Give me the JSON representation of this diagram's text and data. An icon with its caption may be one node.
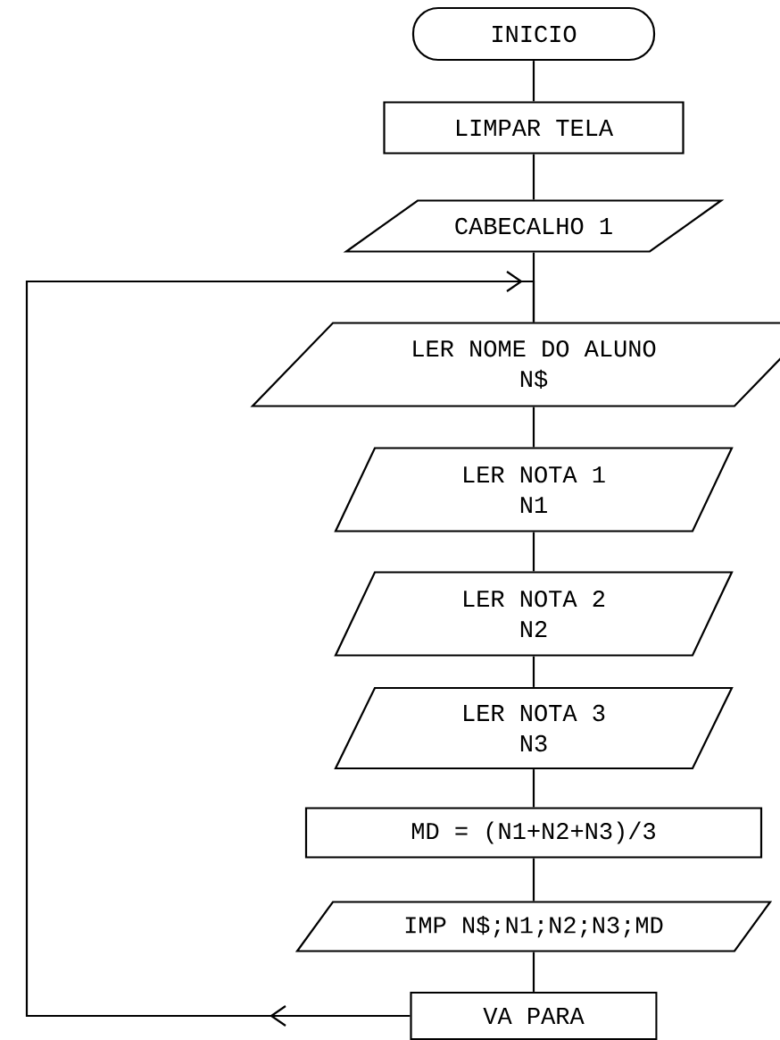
{
  "diagram": {
    "nodes": [
      {
        "text": [
          "INICIO"
        ]
      },
      {
        "text": [
          "LIMPAR TELA"
        ]
      },
      {
        "text": [
          "CABECALHO 1"
        ]
      },
      {
        "text": [
          "LER NOME DO ALUNO",
          "N$"
        ]
      },
      {
        "text": [
          "LER NOTA 1",
          "N1"
        ]
      },
      {
        "text": [
          "LER NOTA 2",
          "N2"
        ]
      },
      {
        "text": [
          "LER NOTA 3",
          "N3"
        ]
      },
      {
        "text": [
          "MD = (N1+N2+N3)/3"
        ]
      },
      {
        "text": [
          "IMP N$;N1;N2;N3;MD"
        ]
      },
      {
        "text": [
          "VA PARA"
        ]
      }
    ],
    "edges": [
      {
        "from": 0,
        "to": 1,
        "arrow": "none"
      },
      {
        "from": 1,
        "to": 2,
        "arrow": "none"
      },
      {
        "from": 2,
        "to": 3,
        "arrow": "none"
      },
      {
        "from": 3,
        "to": 4,
        "arrow": "none"
      },
      {
        "from": 4,
        "to": 5,
        "arrow": "none"
      },
      {
        "from": 5,
        "to": 6,
        "arrow": "none"
      },
      {
        "from": 6,
        "to": 7,
        "arrow": "none"
      },
      {
        "from": 7,
        "to": 8,
        "arrow": "none"
      },
      {
        "from": 8,
        "to": 9,
        "arrow": "none"
      },
      {
        "from": 9,
        "to": 3,
        "arrow": "to"
      }
    ]
  }
}
